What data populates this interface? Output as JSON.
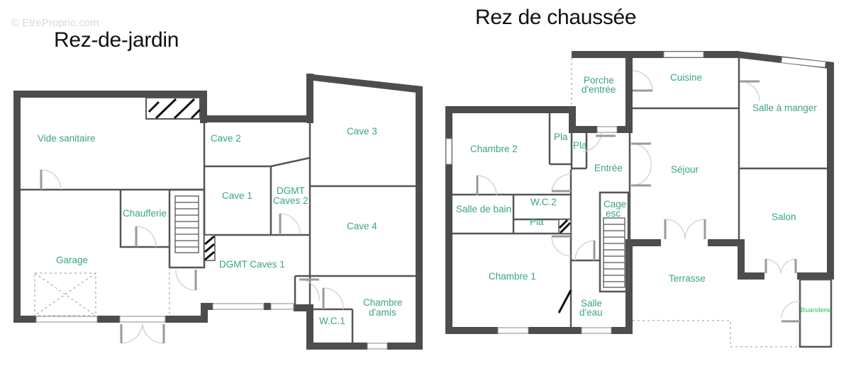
{
  "watermark": "© EtreProprio.com",
  "plans": [
    {
      "title": "Rez-de-jardin",
      "rooms": [
        {
          "name": "Vide sanitaire"
        },
        {
          "name": "Cave 2"
        },
        {
          "name": "Cave 3"
        },
        {
          "name": "Cave 1"
        },
        {
          "name": "DGMT"
        },
        {
          "name": "Caves 2"
        },
        {
          "name": "Cave 4"
        },
        {
          "name": "Chaufferie"
        },
        {
          "name": "Garage"
        },
        {
          "name": "DGMT Caves 1"
        },
        {
          "name": "Chambre"
        },
        {
          "name": "d'amis"
        },
        {
          "name": "W.C.1"
        }
      ]
    },
    {
      "title": "Rez de chaussée",
      "rooms": [
        {
          "name": "Porche"
        },
        {
          "name": "d'entrée"
        },
        {
          "name": "Cuisine"
        },
        {
          "name": "Salle à manger"
        },
        {
          "name": "Chambre 2"
        },
        {
          "name": "Pla"
        },
        {
          "name": "Pla"
        },
        {
          "name": "Entrée"
        },
        {
          "name": "Séjour"
        },
        {
          "name": "Salle de bain"
        },
        {
          "name": "W.C.2"
        },
        {
          "name": "Pla"
        },
        {
          "name": "Cage"
        },
        {
          "name": "esc"
        },
        {
          "name": "Salon"
        },
        {
          "name": "Chambre 1"
        },
        {
          "name": "Terrasse"
        },
        {
          "name": "Salle"
        },
        {
          "name": "d'eau"
        },
        {
          "name": "Buanderie"
        }
      ]
    }
  ],
  "colors": {
    "wall": "#4d4d4d",
    "label": "#3aa385",
    "label_small": "#2ec15a",
    "title": "#111111"
  }
}
